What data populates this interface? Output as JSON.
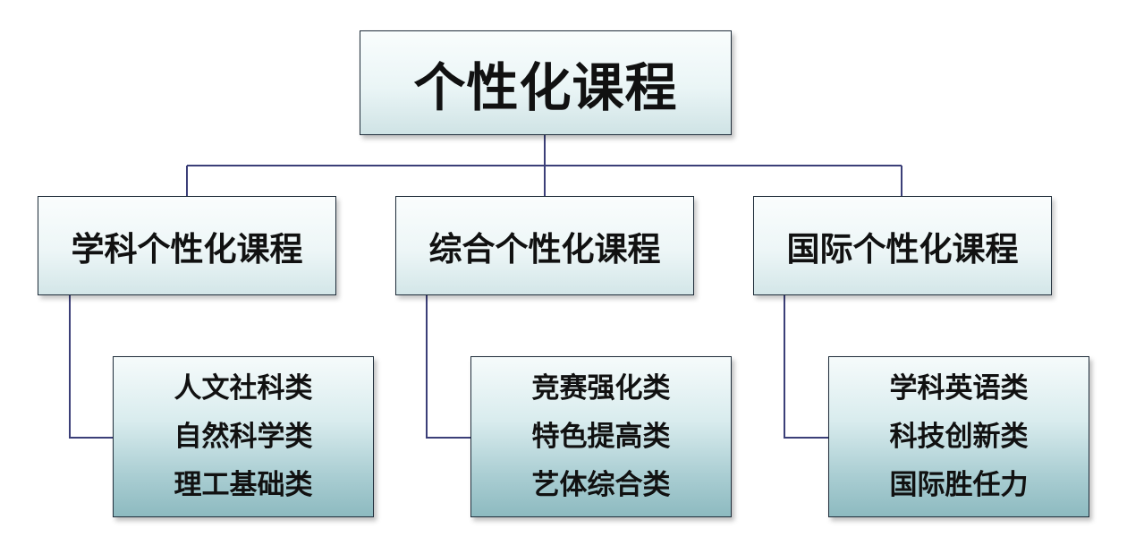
{
  "root": {
    "label": "个性化课程"
  },
  "categories": [
    {
      "label": "学科个性化课程",
      "items": [
        "人文社科类",
        "自然科学类",
        "理工基础类"
      ]
    },
    {
      "label": "综合个性化课程",
      "items": [
        "竞赛强化类",
        "特色提高类",
        "艺体综合类"
      ]
    },
    {
      "label": "国际个性化课程",
      "items": [
        "学科英语类",
        "科技创新类",
        "国际胜任力"
      ]
    }
  ],
  "colors": {
    "connector": "#3b3f78",
    "border": "#1f2d3a",
    "leaf_gradient_bottom": "#8dbac0"
  }
}
